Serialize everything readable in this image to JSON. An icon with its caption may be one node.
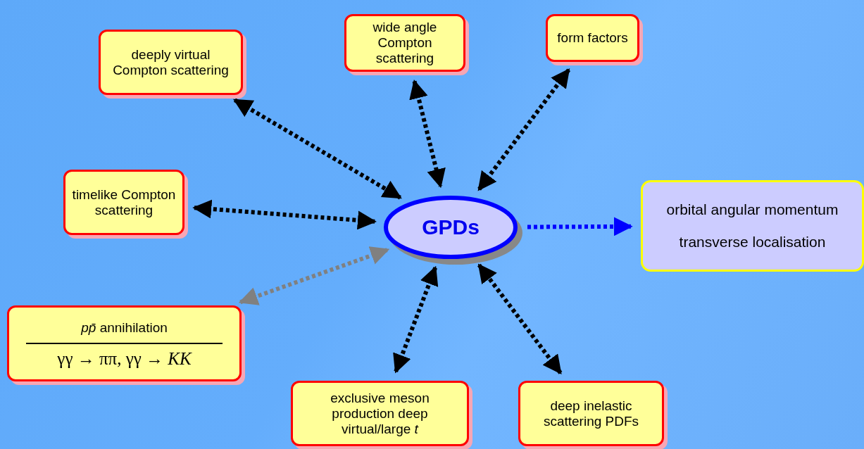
{
  "diagram": {
    "nodes": [
      {
        "text": [
          "GPDs"
        ]
      },
      {
        "text": [
          "deeply virtual Compton scattering"
        ]
      },
      {
        "text": [
          "wide angle Compton scattering"
        ]
      },
      {
        "text": [
          "form factors"
        ]
      },
      {
        "text": [
          "timelike Compton scattering"
        ]
      },
      {
        "text": [
          "orbital angular momentum",
          "transverse localisation"
        ]
      },
      {
        "text": [
          "*pp̄* annihilation",
          "γγ → ππ, γγ → *KK*"
        ]
      },
      {
        "text": [
          "exclusive meson production deep virtual/large *t*"
        ]
      },
      {
        "text": [
          "deep inelastic scattering PDFs"
        ]
      }
    ],
    "edges": [
      {
        "from": 1,
        "to": 0,
        "arrow": "both",
        "style": "dashed"
      },
      {
        "from": 2,
        "to": 0,
        "arrow": "both",
        "style": "dashed"
      },
      {
        "from": 3,
        "to": 0,
        "arrow": "both",
        "style": "dashed"
      },
      {
        "from": 4,
        "to": 0,
        "arrow": "both",
        "style": "dashed"
      },
      {
        "from": 0,
        "to": 5,
        "arrow": "to",
        "style": "dashed",
        "color": "#0000ff"
      },
      {
        "from": 6,
        "to": 0,
        "arrow": "both",
        "style": "dashed",
        "color": "#808080"
      },
      {
        "from": 7,
        "to": 0,
        "arrow": "both",
        "style": "dashed"
      },
      {
        "from": 8,
        "to": 0,
        "arrow": "both",
        "style": "dashed"
      }
    ]
  }
}
